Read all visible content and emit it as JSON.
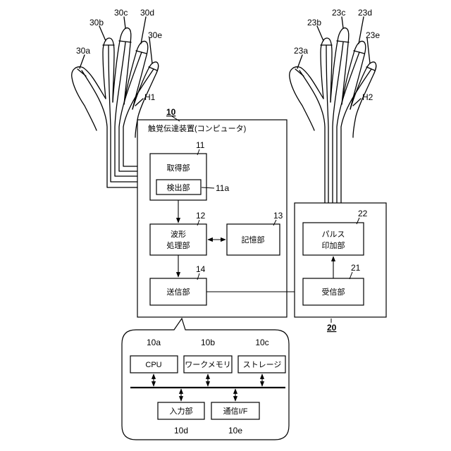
{
  "left_hand": {
    "hand_label": "H1",
    "fingertips": [
      "30a",
      "30b",
      "30c",
      "30d",
      "30e"
    ]
  },
  "right_hand": {
    "hand_label": "H2",
    "fingertips": [
      "23a",
      "23b",
      "23c",
      "23d",
      "23e"
    ]
  },
  "computer": {
    "ref": "10",
    "title": "触覚伝達装置(コンピュータ)",
    "acquisition": {
      "ref": "11",
      "label": "取得部"
    },
    "detection": {
      "ref": "11a",
      "label": "検出部"
    },
    "waveform": {
      "ref": "12",
      "line1": "波形",
      "line2": "処理部"
    },
    "storage": {
      "ref": "13",
      "label": "記憶部"
    },
    "transmitter": {
      "ref": "14",
      "label": "送信部"
    }
  },
  "device": {
    "ref": "20",
    "pulse": {
      "ref": "22",
      "line1": "パルス",
      "line2": "印加部"
    },
    "receiver": {
      "ref": "21",
      "label": "受信部"
    }
  },
  "hardware": {
    "cpu": {
      "ref": "10a",
      "label": "CPU"
    },
    "memory": {
      "ref": "10b",
      "label": "ワークメモリ"
    },
    "strg": {
      "ref": "10c",
      "label": "ストレージ"
    },
    "input": {
      "ref": "10d",
      "label": "入力部"
    },
    "comm": {
      "ref": "10e",
      "label": "通信I/F"
    }
  }
}
